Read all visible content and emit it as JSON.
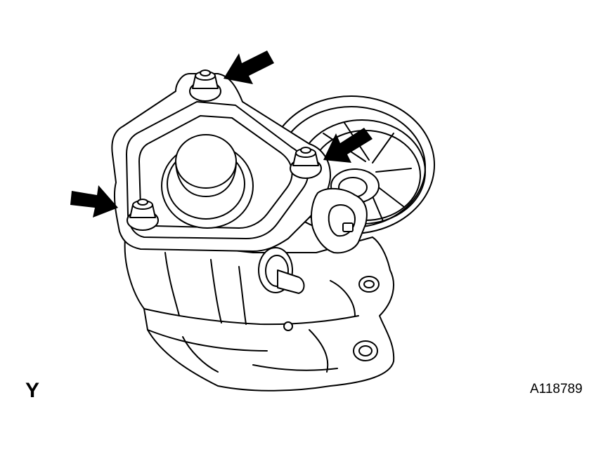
{
  "figure": {
    "subject": "transfer-case-assembly",
    "corner_symbol": "Y",
    "figure_code": "A118789",
    "callouts": [
      {
        "icon": "arrow-icon",
        "points_to": "flange-nut-top"
      },
      {
        "icon": "arrow-icon",
        "points_to": "flange-nut-right"
      },
      {
        "icon": "arrow-icon",
        "points_to": "flange-nut-left"
      }
    ],
    "colors": {
      "line": "#000000",
      "background": "#ffffff"
    }
  }
}
